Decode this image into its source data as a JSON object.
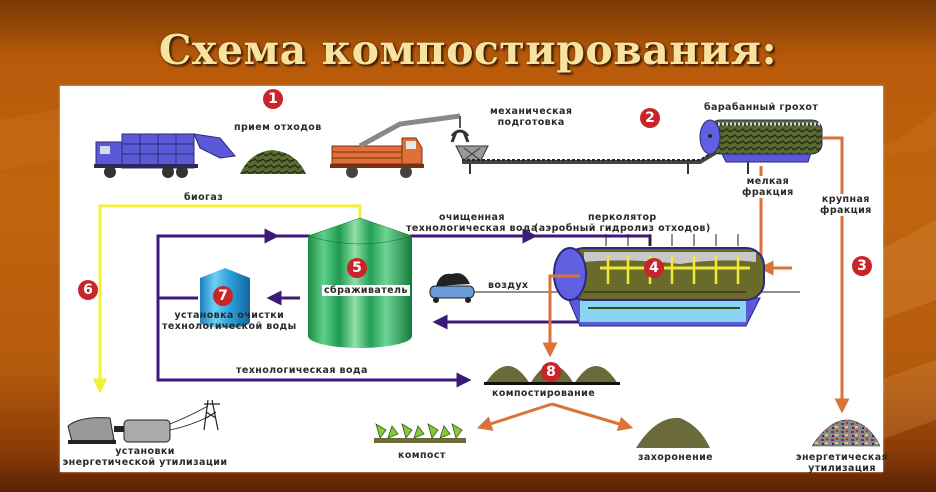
{
  "title": "Схема компостирования:",
  "colors": {
    "background": "#c0650e",
    "title": "#f7e2a0",
    "panel": "#ffffff",
    "badge": "#c8242a",
    "biogas_line": "#f5ef3a",
    "water_line": "#3c1a78",
    "fraction_line": "#d9733a"
  },
  "steps": [
    {
      "number": "1",
      "label": "прием отходов"
    },
    {
      "number": "2",
      "label": "механическая подготовка"
    },
    {
      "number": "3",
      "label": "крупная фракция"
    },
    {
      "number": "4",
      "label": "перколятор (аэробный гидролиз отходов)"
    },
    {
      "number": "5",
      "label": "сбраживатель"
    },
    {
      "number": "6",
      "label": "биогаз"
    },
    {
      "number": "7",
      "label": "установка очистки технологической воды"
    },
    {
      "number": "8",
      "label": "компостирование"
    }
  ],
  "labels": {
    "reception": "прием отходов",
    "mech_prep_1": "механическая",
    "mech_prep_2": "подготовка",
    "drum_screen": "барабанный грохот",
    "fine_fraction_1": "мелкая",
    "fine_fraction_2": "фракция",
    "coarse_fraction_1": "крупная",
    "coarse_fraction_2": "фракция",
    "biogas": "биогаз",
    "purified_water_1": "очищенная",
    "purified_water_2": "технологическая вода",
    "percolator_1": "перколятор",
    "percolator_2": "(аэробный гидролиз отходов)",
    "air": "воздух",
    "digester": "сбраживатель",
    "water_treatment_1": "установка очистки",
    "water_treatment_2": "технологической воды",
    "process_water": "технологическая вода",
    "composting": "компостирование",
    "energy_plants_1": "установки",
    "energy_plants_2": "энергетической утилизации",
    "compost": "компост",
    "landfill": "захоронение",
    "energy_use_1": "энергетическая",
    "energy_use_2": "утилизация"
  },
  "badges": {
    "b1": "1",
    "b2": "2",
    "b3": "3",
    "b4": "4",
    "b5": "5",
    "b6": "6",
    "b7": "7",
    "b8": "8"
  }
}
